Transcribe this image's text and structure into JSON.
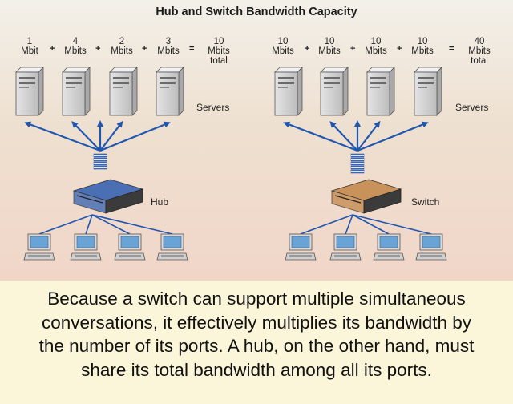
{
  "title": "Hub and Switch Bandwidth Capacity",
  "left": {
    "servers": [
      {
        "value": "1",
        "unit": "Mbit"
      },
      {
        "value": "4",
        "unit": "Mbits"
      },
      {
        "value": "2",
        "unit": "Mbits"
      },
      {
        "value": "3",
        "unit": "Mbits"
      }
    ],
    "operators": [
      "+",
      "+",
      "+",
      "="
    ],
    "total": {
      "value": "10",
      "unit": "Mbits",
      "extra": "total"
    },
    "servers_label": "Servers",
    "device_label": "Hub",
    "device_color": "#4a6fb5"
  },
  "right": {
    "servers": [
      {
        "value": "10",
        "unit": "Mbits"
      },
      {
        "value": "10",
        "unit": "Mbits"
      },
      {
        "value": "10",
        "unit": "Mbits"
      },
      {
        "value": "10",
        "unit": "Mbits"
      }
    ],
    "operators": [
      "+",
      "+",
      "+",
      "="
    ],
    "total": {
      "value": "40",
      "unit": "Mbits",
      "extra": "total"
    },
    "servers_label": "Servers",
    "device_label": "Switch",
    "device_color": "#c8925a"
  },
  "caption": [
    "Because a switch can support multiple simultaneous",
    "conversations, it effectively multiplies its bandwidth by",
    "the number of its ports. A hub, on the other hand, must",
    "share its total bandwidth among all its ports."
  ]
}
